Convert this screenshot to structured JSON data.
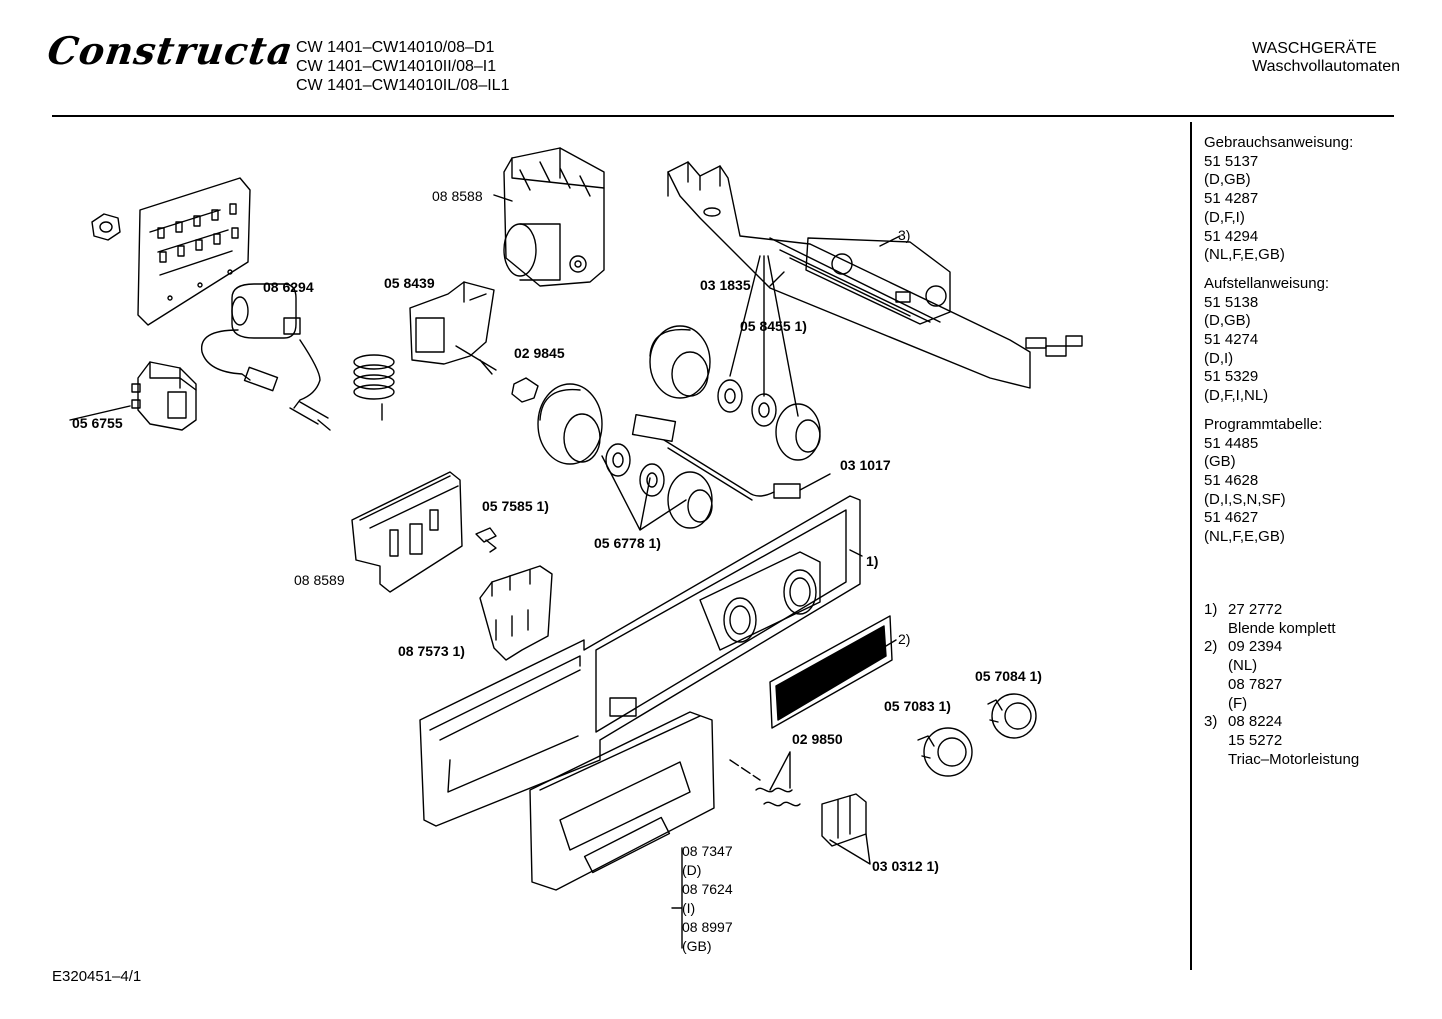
{
  "header": {
    "brand": "Constructa",
    "models": [
      "CW 1401–CW14010/08–D1",
      "CW 1401–CW14010II/08–I1",
      "CW 1401–CW14010IL/08–IL1"
    ],
    "category": "WASCHGERÄTE",
    "subcategory": "Waschvollautomaten"
  },
  "sidebar": {
    "sections": [
      {
        "title": "Gebrauchsanweisung:",
        "lines": [
          "51 5137",
          "(D,GB)",
          "51 4287",
          "(D,F,I)",
          "51 4294",
          "(NL,F,E,GB)"
        ]
      },
      {
        "title": "Aufstellanweisung:",
        "lines": [
          "51 5138",
          "(D,GB)",
          "51 4274",
          "(D,I)",
          "51 5329",
          "(D,F,I,NL)"
        ]
      },
      {
        "title": "Programmtabelle:",
        "lines": [
          "51 4485",
          "(GB)",
          "51 4628",
          "(D,I,S,N,SF)",
          "51 4627",
          "(NL,F,E,GB)"
        ]
      }
    ],
    "notes": [
      {
        "num": "1)",
        "lines": [
          "27 2772",
          "Blende komplett"
        ]
      },
      {
        "num": "2)",
        "lines": [
          "09 2394",
          "(NL)",
          "08 7827",
          "(F)"
        ]
      },
      {
        "num": "3)",
        "lines": [
          "08 8224",
          "15 5272",
          "Triac–Motorleistung"
        ]
      }
    ]
  },
  "parts": {
    "p1": "08 8588",
    "p2": "08 6294",
    "p3": "05 8439",
    "p4": "03 1835",
    "p5": "3)",
    "p6": "05 8455 1)",
    "p7": "02 9845",
    "p8": "05 6755",
    "p9": "03 1017",
    "p10": "05 7585 1)",
    "p11": "05 6778 1)",
    "p12": "08 8589",
    "p13": "1)",
    "p14": "2)",
    "p15": "08 7573 1)",
    "p16": "05 7084 1)",
    "p17": "05 7083 1)",
    "p18": "02 9850",
    "p19": "03 0312 1)"
  },
  "bracket_list": [
    "08 7347",
    "(D)",
    "08 7624",
    "(I)",
    "08 8997",
    "(GB)"
  ],
  "footer": "E320451–4/1"
}
